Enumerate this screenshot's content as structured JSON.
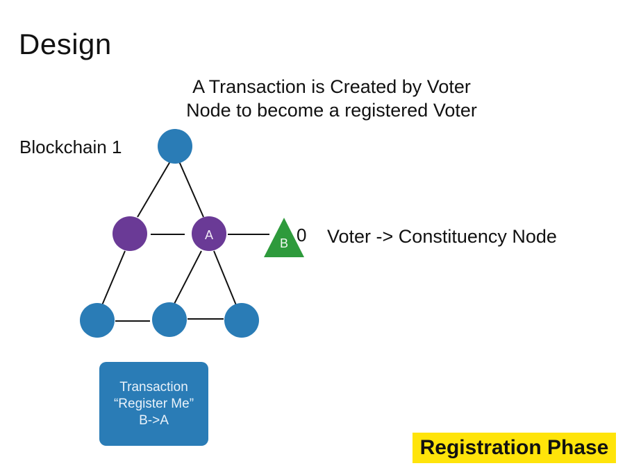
{
  "slide": {
    "title": "Design",
    "subtitle_line1": "A Transaction is Created by Voter",
    "subtitle_line2": "Node to become a registered Voter",
    "chain_label": "Blockchain 1",
    "legend_zero": "0",
    "legend_text": "Voter -> Constituency Node",
    "phase_label": "Registration Phase"
  },
  "nodes": {
    "a_label": "A",
    "b_label": "B"
  },
  "transaction": {
    "line1": "Transaction",
    "line2": "“Register Me”",
    "line3": "B->A"
  },
  "colors": {
    "blue_node": "#2a7cb6",
    "purple_node": "#6a3a96",
    "green_node": "#2e9a3c",
    "highlight": "#ffe40a"
  }
}
